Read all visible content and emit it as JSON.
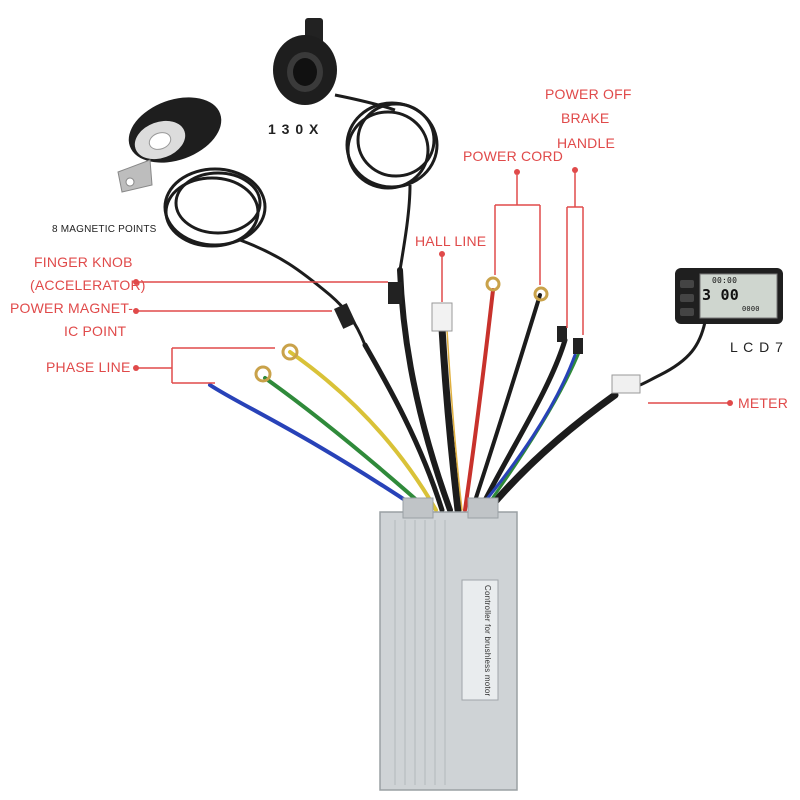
{
  "colors": {
    "label_red": "#e04a4a",
    "wire_black": "#1c1c1c",
    "wire_red": "#c8322c",
    "wire_yellow": "#d9c238",
    "wire_green": "#2f8a3a",
    "wire_blue": "#2842b8",
    "controller_silver": "#cfd3d6"
  },
  "labels": {
    "power_off": "POWER OFF",
    "brake": "BRAKE",
    "handle": "HANDLE",
    "power_cord": "POWER CORD",
    "hall_line": "HALL LINE",
    "finger_knob": "FINGER KNOB",
    "accelerator": "(ACCELERATOR)",
    "power_magnet_1": "POWER MAGNET-",
    "power_magnet_2": "IC POINT",
    "phase_line": "PHASE LINE",
    "meter": "METER",
    "magnetic_points": "8 MAGNETIC POINTS",
    "throttle_model": "1 3 0 X",
    "display_model": "L C D 7"
  },
  "lcd": {
    "time": "00:00",
    "speed": "3 00",
    "odo": "0000"
  },
  "controller": {
    "sticker_title": "Controller for brushless motor"
  }
}
